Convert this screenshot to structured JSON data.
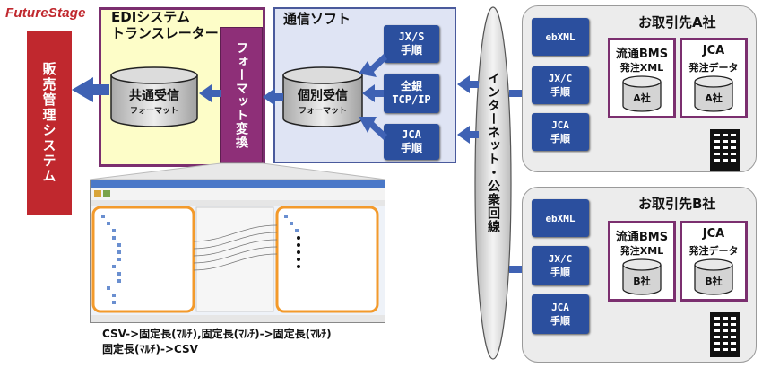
{
  "brand": "FutureStage",
  "sales_system": "販売管理システム",
  "edi": {
    "title_line1": "EDIシステム",
    "title_line2": "トランスレーター",
    "format_conversion": "フォーマット変換",
    "common_receive": "共通受信",
    "common_receive_sub": "フォーマット"
  },
  "comm": {
    "title": "通信ソフト",
    "individual_receive": "個別受信",
    "individual_receive_sub": "フォーマット",
    "protocols": [
      {
        "line1": "JX/S",
        "line2": "手順"
      },
      {
        "line1": "全銀",
        "line2": "TCP/IP"
      },
      {
        "line1": "JCA",
        "line2": "手順"
      }
    ]
  },
  "network": "インターネット・公衆回線",
  "partners": [
    {
      "title": "お取引先A社",
      "protocols": [
        {
          "line1": "ebXML",
          "line2": ""
        },
        {
          "line1": "JX/C",
          "line2": "手順"
        },
        {
          "line1": "JCA",
          "line2": "手順"
        }
      ],
      "boxes": [
        {
          "line1": "流通BMS",
          "line2": "発注XML",
          "db": "A社"
        },
        {
          "line1": "JCA",
          "line2": "発注データ",
          "db": "A社"
        }
      ]
    },
    {
      "title": "お取引先B社",
      "protocols": [
        {
          "line1": "ebXML",
          "line2": ""
        },
        {
          "line1": "JX/C",
          "line2": "手順"
        },
        {
          "line1": "JCA",
          "line2": "手順"
        }
      ],
      "boxes": [
        {
          "line1": "流通BMS",
          "line2": "発注XML",
          "db": "B社"
        },
        {
          "line1": "JCA",
          "line2": "発注データ",
          "db": "B社"
        }
      ]
    }
  ],
  "conversion_line1": "CSV->固定長(ﾏﾙﾁ),固定長(ﾏﾙﾁ)->固定長(ﾏﾙﾁ)",
  "conversion_line2": "固定長(ﾏﾙﾁ)->CSV",
  "colors": {
    "brand_red": "#c0282e",
    "edi_yellow": "#fdfdc8",
    "purple": "#8e2f78",
    "comm_blue_bg": "#dfe4f4",
    "button_blue": "#2b4f9e",
    "arrow_blue": "#3f62b4",
    "orange_highlight": "#f39a2b"
  }
}
